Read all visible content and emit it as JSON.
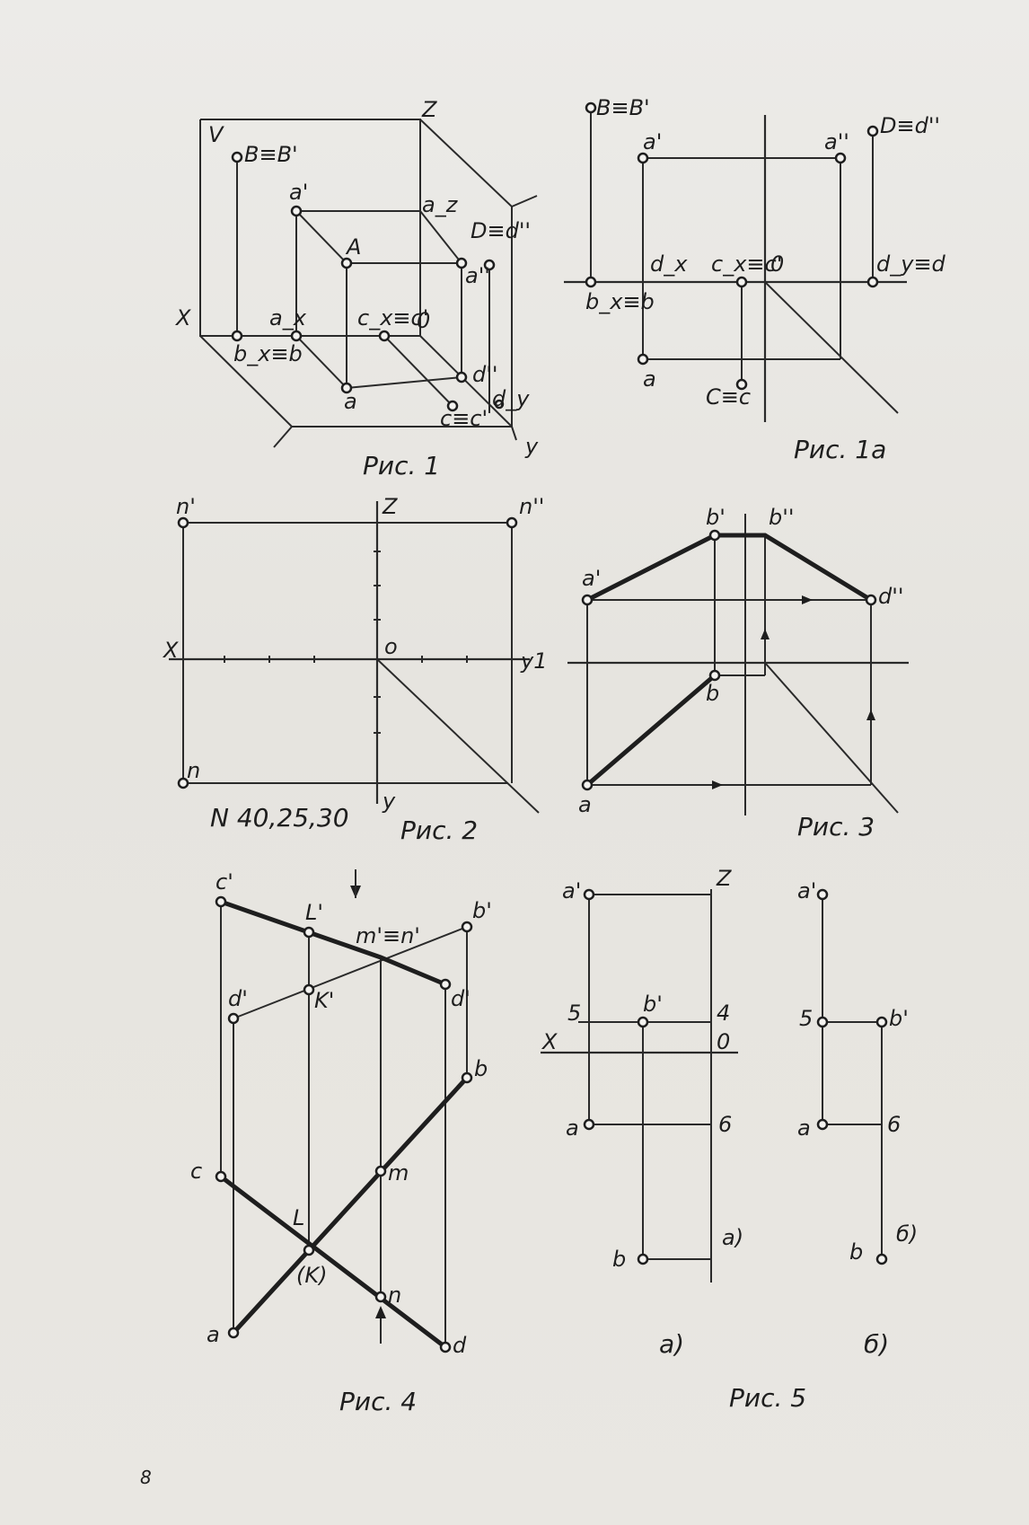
{
  "fig1": {
    "caption": "Рис. 1",
    "labels": {
      "v": "V",
      "z": "Z",
      "x": "X",
      "y": "y",
      "b_b1": "B≡B'",
      "a1": "a'",
      "az": "a_z",
      "A": "A",
      "D_d2": "D≡d''",
      "a2": "a''",
      "ax": "a_x",
      "cx_c1": "c_x≡c'",
      "o": "0",
      "bx_b": "b_x≡b",
      "a": "a",
      "d2": "d''",
      "c_c1": "c≡c'",
      "dy": "d_y"
    }
  },
  "fig1a": {
    "caption": "Рис. 1а",
    "labels": {
      "b_b1": "B≡B'",
      "a1": "a'",
      "a2": "a''",
      "D_d2": "D≡d''",
      "dx": "d_x",
      "cx_c1": "c_x≡c'",
      "o": "0",
      "dy_d": "d_y≡d",
      "bx_b": "b_x≡b",
      "a": "a",
      "c_c": "C≡c"
    }
  },
  "fig2": {
    "caption": "Рис. 2",
    "note": "N 40,25,30",
    "labels": {
      "n1": "n'",
      "n2": "n''",
      "z": "Z",
      "x": "X",
      "o": "o",
      "y1": "y1",
      "n": "n",
      "y": "y"
    }
  },
  "fig3": {
    "caption": "Рис. 3",
    "labels": {
      "b1": "b'",
      "b2": "b''",
      "a1": "a'",
      "d2": "d''",
      "b": "b",
      "a": "a"
    }
  },
  "fig4": {
    "caption": "Рис. 4",
    "labels": {
      "c1": "c'",
      "l1": "L'",
      "m1n1": "m'≡n'",
      "b1": "b'",
      "d1": "d'",
      "k1": "K'",
      "d1r": "d'",
      "b": "b",
      "c": "c",
      "m": "m",
      "l": "L",
      "k": "(K)",
      "n": "n",
      "a": "a",
      "d": "d"
    }
  },
  "fig5": {
    "caption": "Рис. 5",
    "sub_a": "а)",
    "sub_b": "б)",
    "labels": {
      "a1": "a'",
      "z": "Z",
      "5": "5",
      "b1": "b'",
      "4": "4",
      "x": "X",
      "o": "0",
      "a": "a",
      "6": "6",
      "b": "b",
      "a_lbl": "а)",
      "a1_b": "a'",
      "5_b": "5",
      "b1_b": "b'",
      "a_b": "a",
      "6_b": "6",
      "b_b": "b",
      "b_lbl": "б)"
    }
  },
  "footer": {
    "page_number": "8"
  }
}
